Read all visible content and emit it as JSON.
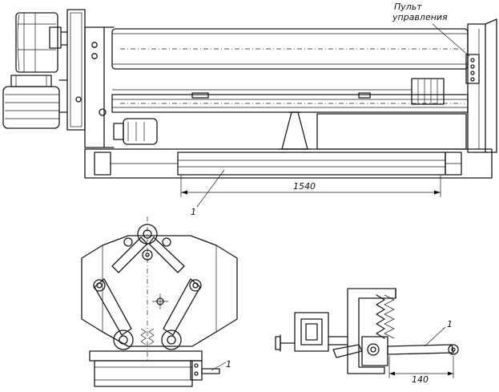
{
  "labels": {
    "control_panel_line1": "Пульт",
    "control_panel_line2": "управления",
    "dim_length": "1540",
    "dim_handle": "140",
    "callout_top": "1",
    "callout_front": "1",
    "callout_side": "1"
  }
}
